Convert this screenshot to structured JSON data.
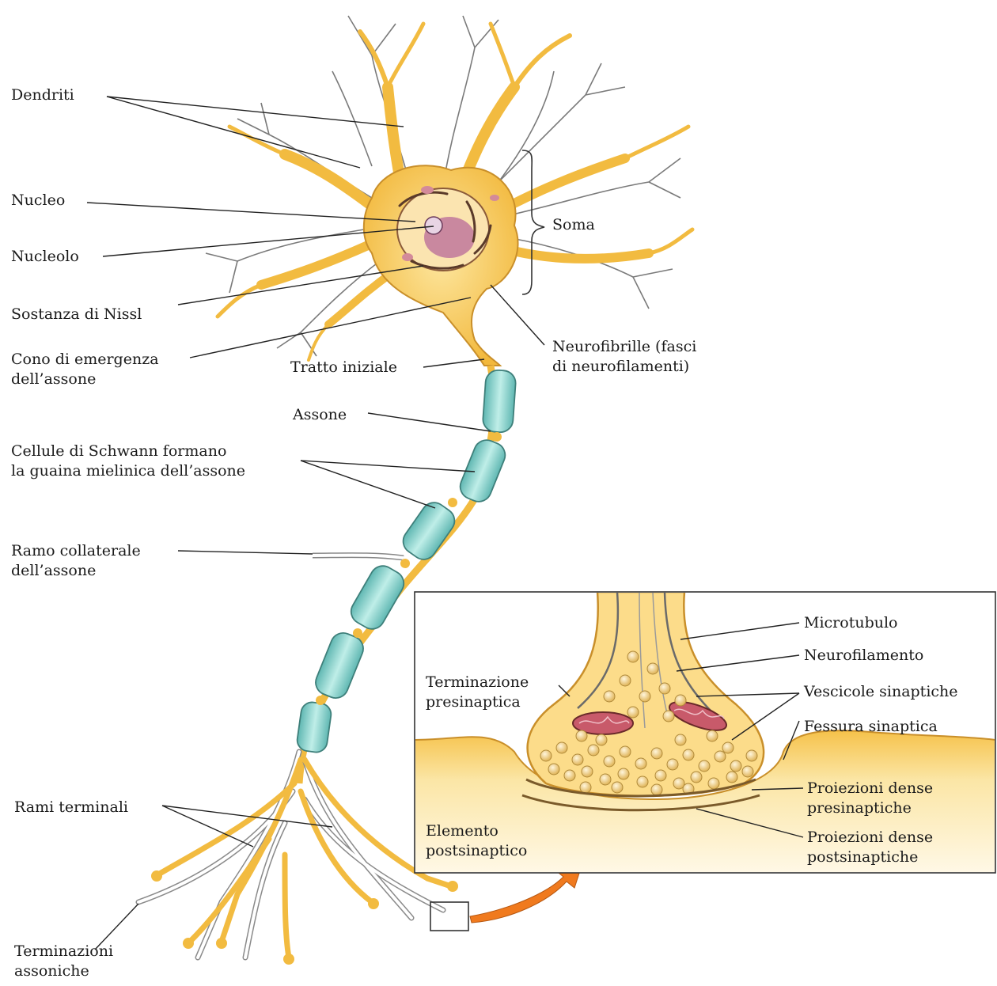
{
  "labels": {
    "dendriti": "Dendriti",
    "nucleo": "Nucleo",
    "nucleolo": "Nucleolo",
    "nissl": "Sostanza di Nissl",
    "cono_1": "Cono di emergenza",
    "cono_2": "dell’assone",
    "soma": "Soma",
    "neurofibrille_1": "Neurofibrille (fasci",
    "neurofibrille_2": "di neurofilamenti)",
    "tratto": "Tratto iniziale",
    "assone": "Assone",
    "schwann_1": "Cellule di Schwann formano",
    "schwann_2": "la guaina mielinica dell’assone",
    "ramo_1": "Ramo collaterale",
    "ramo_2": "dell’assone",
    "rami_terminali": "Rami terminali",
    "terminazioni_1": "Terminazioni",
    "terminazioni_2": "assoniche"
  },
  "inset_labels": {
    "microtubulo": "Microtubulo",
    "neurofilamento": "Neurofilamento",
    "vescicole": "Vescicole sinaptiche",
    "fessura": "Fessura sinaptica",
    "presinaptica_1": "Terminazione",
    "presinaptica_2": "presinaptica",
    "proiezioni_pre_1": "Proiezioni dense",
    "proiezioni_pre_2": "presinaptiche",
    "proiezioni_post_1": "Proiezioni dense",
    "proiezioni_post_2": "postsinaptiche",
    "elemento_1": "Elemento",
    "elemento_2": "postsinaptico"
  },
  "colors": {
    "cytoplasm": "#f6c24a",
    "cytoplasm_light": "#fbe29a",
    "nucleus": "#b86a9a",
    "myelin": "#8fd2cc",
    "arrow": "#f07a1e",
    "outline": "#5a4520"
  }
}
